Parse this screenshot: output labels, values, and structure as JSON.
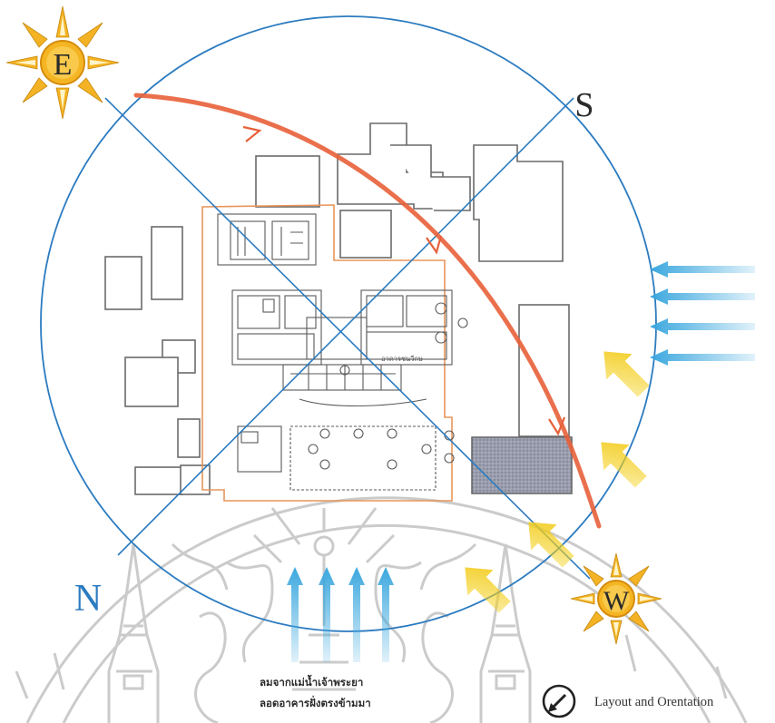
{
  "directions": {
    "east": "E",
    "south": "S",
    "west": "W",
    "north": "N"
  },
  "plan_label": "อาคารชนวีกษ",
  "caption": {
    "line1": "ลมจากแม่น้ำเจ้าพระยา",
    "line2": "ลอดอาคารฝั่งตรงข้ามมา"
  },
  "legend": {
    "label": "Layout and Orentation",
    "icon": "compass-icon"
  },
  "colors": {
    "orbit_circle": "#2b7bc0",
    "sun_path": "#e8603a",
    "sun_fill": "#f3b324",
    "wind_arrows": "#4fb3e0",
    "sun_heat_arrows": "#f4d21c",
    "site_outline": "#e8955a",
    "shaded_block": "#8a8fa2",
    "watermark": "#c8c8c8"
  },
  "icons": [
    "sun-icon-east",
    "sun-icon-west",
    "wind-arrow-icon",
    "heat-arrow-icon",
    "compass-icon"
  ]
}
